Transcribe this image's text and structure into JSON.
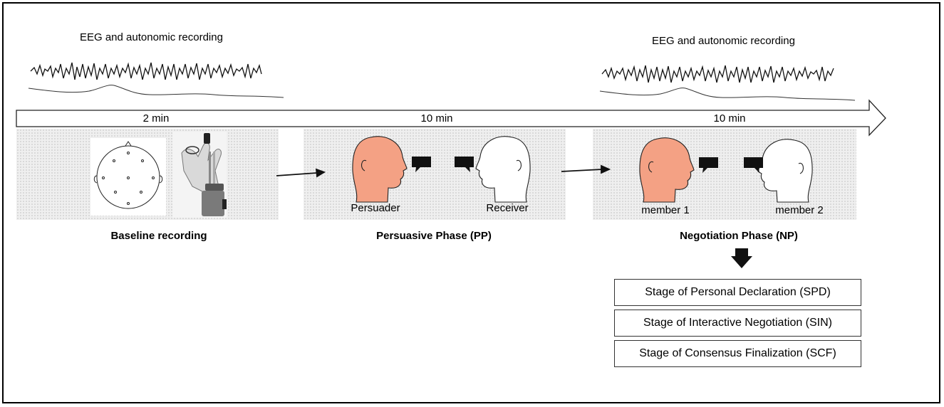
{
  "recording_labels": {
    "left": "EEG and autonomic recording",
    "right": "EEG and autonomic recording"
  },
  "durations": [
    "2 min",
    "10 min",
    "10 min"
  ],
  "phases": [
    {
      "title": "Baseline recording"
    },
    {
      "title": "Persuasive Phase (PP)",
      "roles": [
        "Persuader",
        "Receiver"
      ]
    },
    {
      "title": "Negotiation Phase (NP)",
      "roles": [
        "member 1",
        "member 2"
      ]
    }
  ],
  "stages": [
    "Stage of Personal Declaration (SPD)",
    "Stage of Interactive Negotiation (SIN)",
    "Stage of Consensus Finalization (SCF)"
  ],
  "colors": {
    "face_active": "#f4a184",
    "face_passive": "#ffffff",
    "panel": "#efefef"
  },
  "icons": [
    "eeg-waveform-icon",
    "electrode-cap-icon",
    "hand-sensor-photo-icon",
    "head-profile-icon",
    "speech-bubble-icon",
    "arrow-right-icon",
    "arrow-down-icon"
  ]
}
